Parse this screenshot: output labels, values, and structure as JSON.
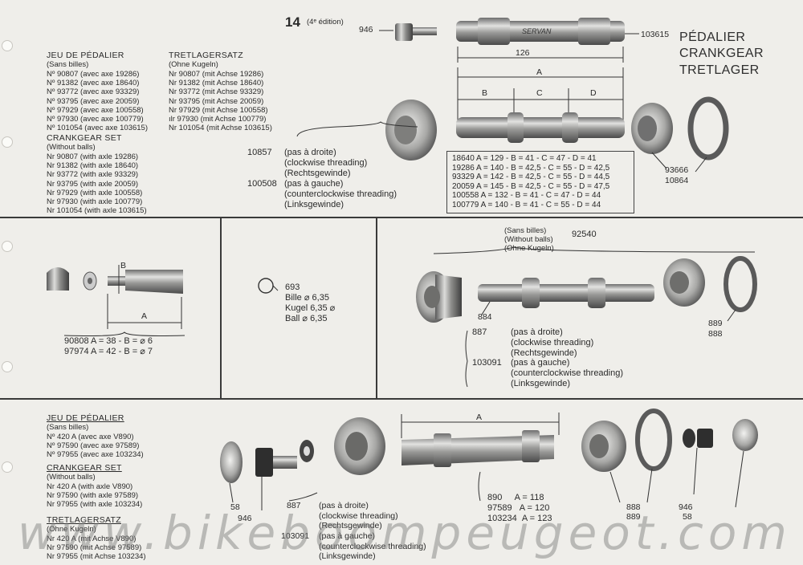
{
  "page": {
    "number": "14",
    "edition": "(4ᵉ édition)"
  },
  "titles": [
    "PÉDALIER",
    "CRANKGEAR",
    "TRETLAGER"
  ],
  "top": {
    "fr_heading": "JEU DE PÉDALIER",
    "fr_sub": "(Sans billes)",
    "fr_lines": [
      "Nº  90807 (avec axe  19286)",
      "Nº  91382 (avec axe  18640)",
      "Nº  93772 (avec axe  93329)",
      "Nº  93795 (avec axe  20059)",
      "Nº  97929 (avec axe 100558)",
      "Nº  97930 (avec axe 100779)",
      "Nº 101054 (avec axe 103615)"
    ],
    "de_heading": "TRETLAGERSATZ",
    "de_sub": "(Ohne Kugeln)",
    "de_lines": [
      "Nr  90807 (mit Achse  19286)",
      "Nr  91382 (mit Achse  18640)",
      "Nr  93772 (mit Achse  93329)",
      "Nr  93795 (mit Achse  20059)",
      "Nr  97929 (mit Achse 100558)",
      "ılr  97930 (mit Achse 100779)",
      "Nr 101054 (mit Achse 103615)"
    ],
    "en_heading": "CRANKGEAR SET",
    "en_sub": "(Without balls)",
    "en_lines": [
      "Nr  90807 (with axle  19286)",
      "Nr  91382 (with axle  18640)",
      "Nr  93772 (with axle  93329)",
      "Nr  93795 (with axle  20059)",
      "Nr  97929 (with axle 100558)",
      "Nr  97930 (with axle 100779)",
      "Nr 101054 (with axle 103615)"
    ],
    "part_946": "946",
    "part_103615": "103615",
    "axle_brand": "SERVAN",
    "dim_126": "126",
    "dim_A": "A",
    "dim_B": "B",
    "dim_C": "C",
    "dim_D": "D",
    "cup_10857": "10857",
    "cup_10857_lines": [
      "(pas à droite)",
      "(clockwise threading)",
      "(Rechtsgewinde)"
    ],
    "cup_100508": "100508",
    "cup_100508_lines": [
      "(pas à gauche)",
      "(counterclockwise threading)",
      "(Linksgewinde)"
    ],
    "dims_table": [
      "18640 A = 129 - B = 41   - C = 47 - D = 41",
      "19286 A = 140 - B = 42,5 - C = 55 - D = 42,5",
      "93329 A = 142 - B = 42,5 - C = 55 - D = 44,5",
      "20059 A = 145 - B = 42,5 - C = 55 - D = 47,5",
      "100558 A = 132 - B = 41   - C = 47 - D = 44",
      "100779 A = 140 - B = 41   - C = 55 - D = 44"
    ],
    "part_93666": "93666",
    "part_10864": "10864"
  },
  "mid_left": {
    "dim_A": "A",
    "dim_B": "B",
    "lines": [
      "90808 A = 38 - B = ⌀ 6",
      "97974 A = 42 - B = ⌀ 7"
    ]
  },
  "mid_center": {
    "part": "693",
    "lines": [
      "Bille ⌀ 6,35",
      "Kugel 6,35 ⌀",
      "Ball ⌀ 6,35"
    ]
  },
  "mid_right": {
    "brace_lines": [
      "(Sans billes)",
      "(Without balls)",
      "(Ohne Kugeln)"
    ],
    "set": "92540",
    "part_884": "884",
    "part_887": "887",
    "part_103091": "103091",
    "lines_887": [
      "(pas à droite)",
      "(clockwise threading)",
      "(Rechtsgewinde)"
    ],
    "lines_103091": [
      "(pas à gauche)",
      "(counterclockwise threading)",
      "(Linksgewinde)"
    ],
    "part_889": "889",
    "part_888": "888"
  },
  "bottom": {
    "fr_heading": "JEU DE PÉDALIER",
    "fr_sub": "(Sans billes)",
    "fr_lines": [
      "Nº 420 A  (avec axe V890)",
      "Nº 97590 (avec axe 97589)",
      "Nº 97955 (avec axe 103234)"
    ],
    "en_heading": "CRANKGEAR SET",
    "en_sub": "(Without balls)",
    "en_lines": [
      "Nr 420 A  (with axle V890)",
      "Nr 97590 (with axle 97589)",
      "Nr 97955 (with axle 103234)"
    ],
    "de_heading": "TRETLAGERSATZ",
    "de_sub": "(Ohne Kugeln)",
    "de_lines": [
      "Nr 420 A  (mit Achse V890)",
      "Nr 97590  (mit Achse 97589)",
      "Nr 97955 (mit Achse 103234)"
    ],
    "part_58": "58",
    "part_946": "946",
    "part_887": "887",
    "part_103091": "103091",
    "lines_887": [
      "(pas à droite)",
      "(clockwise threading)",
      "(Rechtsgewinde)"
    ],
    "lines_103091": [
      "(pas à gauche)",
      "(counterclockwise threading)",
      "(Linksgewinde)"
    ],
    "dim_A": "A",
    "axles": [
      {
        "num": "890",
        "dim": "A = 118"
      },
      {
        "num": "97589",
        "dim": "A = 120"
      },
      {
        "num": "103234",
        "dim": "A = 123"
      }
    ],
    "part_888": "888",
    "part_889": "889",
    "part_946b": "946",
    "part_58b": "58"
  },
  "watermark": "www.bikeboompeugeot.com"
}
